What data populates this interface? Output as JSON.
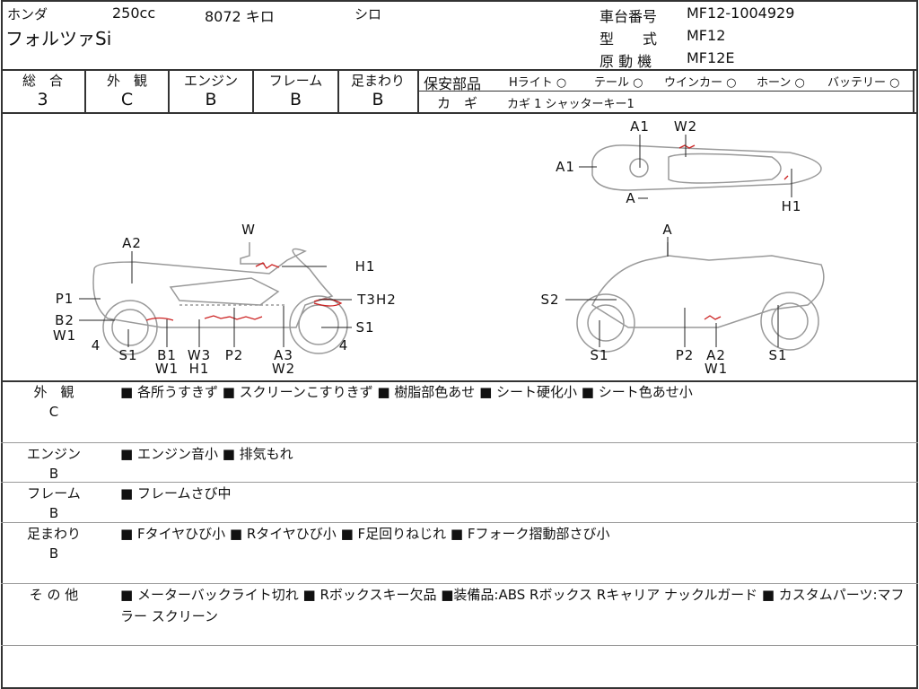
{
  "header": {
    "maker": "ホンダ",
    "displacement": "250cc",
    "mileage": "8072 キロ",
    "color": "シロ",
    "model": "フォルツァSi",
    "chassis_label": "車台番号",
    "chassis_value": "MF12-1004929",
    "type_label": "型　　式",
    "type_value": "MF12",
    "engine_label": "原 動 機",
    "engine_value": "MF12E"
  },
  "grades": [
    {
      "label": "総　合",
      "value": "3"
    },
    {
      "label": "外　観",
      "value": "C"
    },
    {
      "label": "エンジン",
      "value": "B"
    },
    {
      "label": "フレーム",
      "value": "B"
    },
    {
      "label": "足まわり",
      "value": "B"
    }
  ],
  "safety": {
    "label": "保安部品",
    "items": [
      {
        "name": "Hライト",
        "status": "○"
      },
      {
        "name": "テール",
        "status": "○"
      },
      {
        "name": "ウインカー",
        "status": "○"
      },
      {
        "name": "ホーン",
        "status": "○"
      },
      {
        "name": "バッテリー",
        "status": "○"
      }
    ],
    "key_label": "カ　ギ",
    "key_value": "カギ 1 シャッターキー1"
  },
  "diagram": {
    "labels": [
      "A2",
      "W",
      "H1",
      "P1",
      "T3H2",
      "B2",
      "W1",
      "S1",
      "4",
      "4",
      "S1",
      "B1",
      "W1",
      "W3",
      "H1",
      "P2",
      "A3",
      "W2",
      "A",
      "S2",
      "S1",
      "P2",
      "A2",
      "W1",
      "S1",
      "A1",
      "W2",
      "A1",
      "A",
      "H1"
    ],
    "damage_color": "#cc2222"
  },
  "remarks": [
    {
      "heading": "外　観",
      "grade": "C",
      "text": "■ 各所うすきず ■ スクリーンこすりきず ■ 樹脂部色あせ ■ シート硬化小 ■ シート色あせ小"
    },
    {
      "heading": "エンジン",
      "grade": "B",
      "text": "■ エンジン音小 ■ 排気もれ"
    },
    {
      "heading": "フレーム",
      "grade": "B",
      "text": "■ フレームさび中"
    },
    {
      "heading": "足まわり",
      "grade": "B",
      "text": "■ Fタイヤひび小 ■ Rタイヤひび小 ■ F足回りねじれ ■ Fフォーク摺動部さび小"
    },
    {
      "heading": "そ の 他",
      "grade": "",
      "text": "■ メーターバックライト切れ ■ Rボックスキー欠品 ■装備品:ABS Rボックス Rキャリア ナックルガード ■ カスタムパーツ:マフラー スクリーン"
    }
  ]
}
